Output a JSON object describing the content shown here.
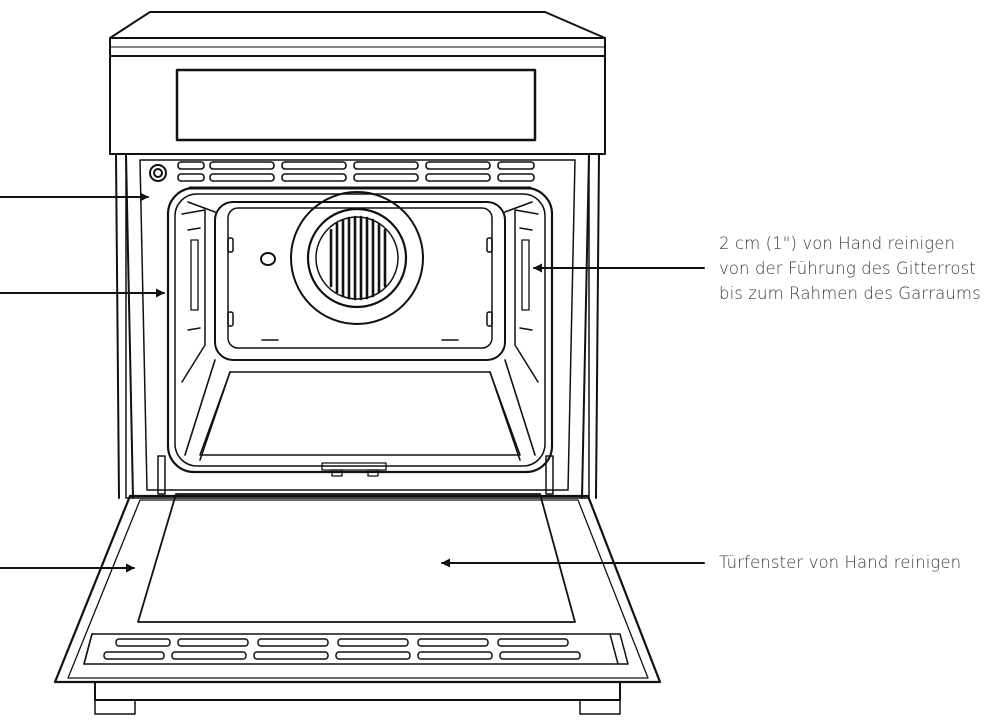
{
  "callouts": {
    "guide_rail": {
      "lines": [
        "2 cm (1\") von Hand reinigen",
        "von der Führung des Gitterrost",
        "bis zum Rahmen des Garraums"
      ]
    },
    "door_window": {
      "lines": [
        "Türfenster von Hand reinigen"
      ]
    }
  },
  "colors": {
    "stroke": "#111111",
    "fill": "#ffffff",
    "text": "#3a3a3a"
  }
}
